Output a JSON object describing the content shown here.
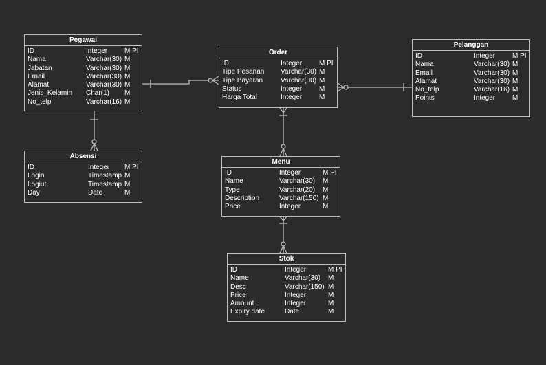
{
  "entities": {
    "pegawai": {
      "title": "Pegawai",
      "rows": [
        {
          "name": "ID",
          "type": "Integer",
          "flags": "M PI"
        },
        {
          "name": "Nama",
          "type": "Varchar(30)",
          "flags": "M"
        },
        {
          "name": "Jabatan",
          "type": "Varchar(30)",
          "flags": "M"
        },
        {
          "name": "Email",
          "type": "Varchar(30)",
          "flags": "M"
        },
        {
          "name": "Alamat",
          "type": "Varchar(30)",
          "flags": "M"
        },
        {
          "name": "Jenis_Kelamin",
          "type": "Char(1)",
          "flags": "M"
        },
        {
          "name": "No_telp",
          "type": "Varchar(16)",
          "flags": "M"
        }
      ]
    },
    "absensi": {
      "title": "Absensi",
      "rows": [
        {
          "name": "ID",
          "type": "Integer",
          "flags": "M PI"
        },
        {
          "name": "Login",
          "type": "Timestamp",
          "flags": "M"
        },
        {
          "name": "Logiut",
          "type": "Timestamp",
          "flags": "M"
        },
        {
          "name": "Day",
          "type": "Date",
          "flags": "M"
        }
      ]
    },
    "order": {
      "title": "Order",
      "rows": [
        {
          "name": "ID",
          "type": "Integer",
          "flags": "M PI"
        },
        {
          "name": "Tipe Pesanan",
          "type": "Varchar(30)",
          "flags": "M"
        },
        {
          "name": "Tipe Bayaran",
          "type": "Varchar(30)",
          "flags": "M"
        },
        {
          "name": "Status",
          "type": "Integer",
          "flags": "M"
        },
        {
          "name": "Harga Total",
          "type": "Integer",
          "flags": "M"
        }
      ]
    },
    "pelanggan": {
      "title": "Pelanggan",
      "rows": [
        {
          "name": "ID",
          "type": "Integer",
          "flags": "M PI"
        },
        {
          "name": "Nama",
          "type": "Varchar(30)",
          "flags": "M"
        },
        {
          "name": "Email",
          "type": "Varchar(30)",
          "flags": "M"
        },
        {
          "name": "Alamat",
          "type": "Varchar(30)",
          "flags": "M"
        },
        {
          "name": "No_telp",
          "type": "Varchar(16)",
          "flags": "M"
        },
        {
          "name": "Points",
          "type": "Integer",
          "flags": "M"
        }
      ]
    },
    "menu": {
      "title": "Menu",
      "rows": [
        {
          "name": "ID",
          "type": "Integer",
          "flags": "M PI"
        },
        {
          "name": "Name",
          "type": "Varchar(30)",
          "flags": "M"
        },
        {
          "name": "Type",
          "type": "Varchar(20)",
          "flags": "M"
        },
        {
          "name": "Description",
          "type": "Varchar(150)",
          "flags": "M"
        },
        {
          "name": "Price",
          "type": "Integer",
          "flags": "M"
        }
      ]
    },
    "stok": {
      "title": "Stok",
      "rows": [
        {
          "name": "ID",
          "type": "Integer",
          "flags": "M PI"
        },
        {
          "name": "Name",
          "type": "Varchar(30)",
          "flags": "M"
        },
        {
          "name": "Desc",
          "type": "Varchar(150)",
          "flags": "M"
        },
        {
          "name": "Price",
          "type": "Integer",
          "flags": "M"
        },
        {
          "name": "Amount",
          "type": "Integer",
          "flags": "M"
        },
        {
          "name": "Expiry date",
          "type": "Date",
          "flags": "M"
        }
      ]
    }
  },
  "colors": {
    "background": "#2b2b2b",
    "line": "#bdbdbd",
    "text": "#ffffff"
  }
}
